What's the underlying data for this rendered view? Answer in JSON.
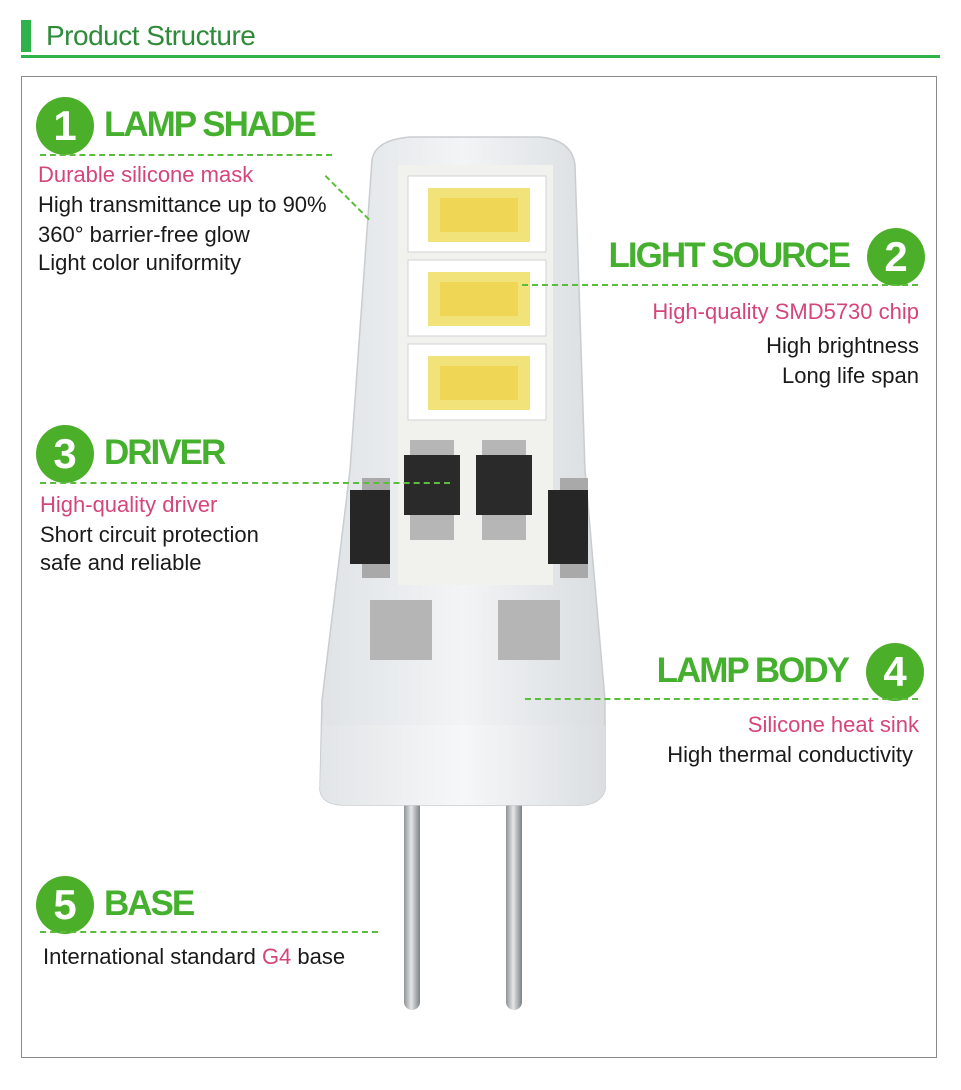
{
  "header": {
    "title": "Product Structure"
  },
  "colors": {
    "accent": "#2db34a",
    "title_green": "#44b02e",
    "highlight_pink": "#d6457a"
  },
  "sections": [
    {
      "number": "1",
      "title": "LAMP SHADE",
      "highlight": "Durable silicone mask",
      "lines": [
        "High  transmittance up to 90%",
        "360° barrier-free glow",
        "Light color uniformity"
      ]
    },
    {
      "number": "2",
      "title": "LIGHT SOURCE",
      "highlight": "High-quality SMD5730 chip",
      "lines": [
        "High  brightness",
        "Long life span"
      ]
    },
    {
      "number": "3",
      "title": "DRIVER",
      "highlight": "High-quality driver",
      "lines": [
        "Short circuit protection",
        "safe and reliable"
      ]
    },
    {
      "number": "4",
      "title": "LAMP BODY",
      "highlight": "Silicone heat sink",
      "lines": [
        "High thermal conductivity"
      ]
    },
    {
      "number": "5",
      "title": "BASE",
      "line_prefix": "International standard ",
      "line_highlight": "G4",
      "line_suffix": " base"
    }
  ]
}
